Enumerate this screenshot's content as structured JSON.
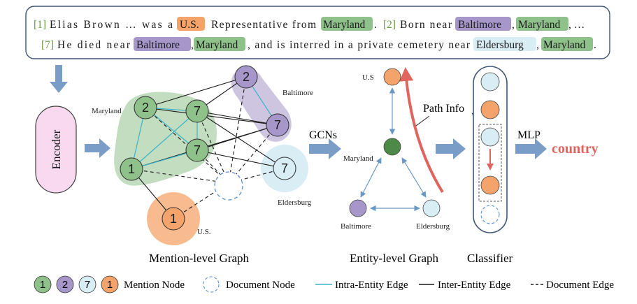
{
  "colors": {
    "green": "#8fc18a",
    "green_dark": "#4d8a47",
    "purple": "#a696c9",
    "purple_dark": "#6a5a93",
    "lightblue": "#d9edf5",
    "lightblue_dark": "#6a98b4",
    "orange": "#f4a46a",
    "orange_dark": "#c9753e",
    "blue_arrow": "#7096c2",
    "red": "#e0655f",
    "intra_edge": "#3db3c8",
    "box_border": "#3f5677"
  },
  "text_box": {
    "line1": {
      "ref1": "[1]",
      "t1": "Elias Brown … was a",
      "us": "U.S.",
      "t2": "Representative from",
      "maryland": "Maryland",
      "t3": ".",
      "ref2": "[2]",
      "t4": "Born near",
      "baltimore": "Baltimore",
      "t5": ",",
      "maryland2": "Maryland",
      "t6": ", …"
    },
    "line2": {
      "ref7": "[7]",
      "t1": "He died near",
      "baltimore": "Baltimore",
      "t2": ",",
      "maryland": "Maryland",
      "t3": ", and is interred in a private cemetery near",
      "eldersburg": "Eldersburg",
      "t4": ",",
      "maryland2": "Maryland",
      "t5": "."
    }
  },
  "encoder_label": "Encoder",
  "mention_graph": {
    "caption": "Mention-level Graph",
    "label_maryland": "Maryland",
    "label_baltimore": "Baltimore",
    "label_eldersburg": "Eldersburg",
    "label_us": "U.S.",
    "node_2_green": "2",
    "node_7_green_top": "7",
    "node_7_green_mid": "7",
    "node_1_green": "1",
    "node_2_purple": "2",
    "node_7_purple": "7",
    "node_7_blue": "7",
    "node_1_orange": "1"
  },
  "gcn_label": "GCNs",
  "entity_graph": {
    "caption": "Entity-level  Graph",
    "label_us": "U.S",
    "label_maryland": "Maryland",
    "label_baltimore": "Baltimore",
    "label_eldersburg": "Eldersburg"
  },
  "path_info_label": "Path Info",
  "classifier_caption": "Classifier",
  "mlp_label": "MLP",
  "output_label": "country",
  "legend": {
    "n1": "1",
    "n2": "2",
    "n7": "7",
    "n1b": "1",
    "mention_node": "Mention Node",
    "document_node": "Document Node",
    "intra_edge": "Intra-Entity Edge",
    "inter_edge": "Inter-Entity Edge",
    "doc_edge": "Document Edge"
  }
}
